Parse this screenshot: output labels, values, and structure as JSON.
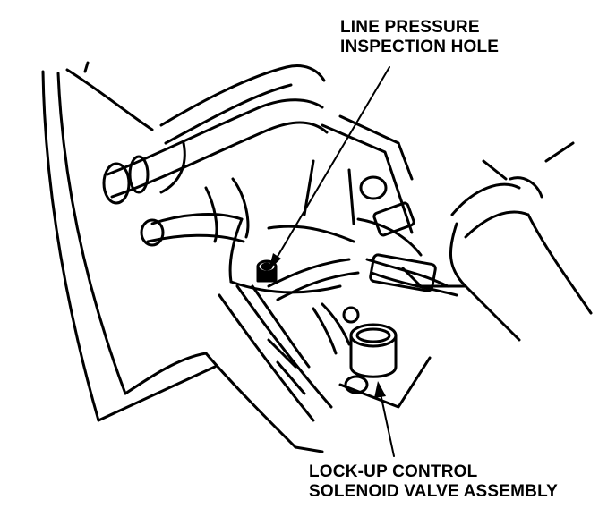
{
  "labels": {
    "line_pressure": {
      "line1": "LINE PRESSURE",
      "line2": "INSPECTION HOLE"
    },
    "lockup_solenoid": {
      "line1": "LOCK-UP CONTROL",
      "line2": "SOLENOID VALVE ASSEMBLY"
    }
  },
  "colors": {
    "ink": "#000000",
    "paper": "#ffffff"
  }
}
